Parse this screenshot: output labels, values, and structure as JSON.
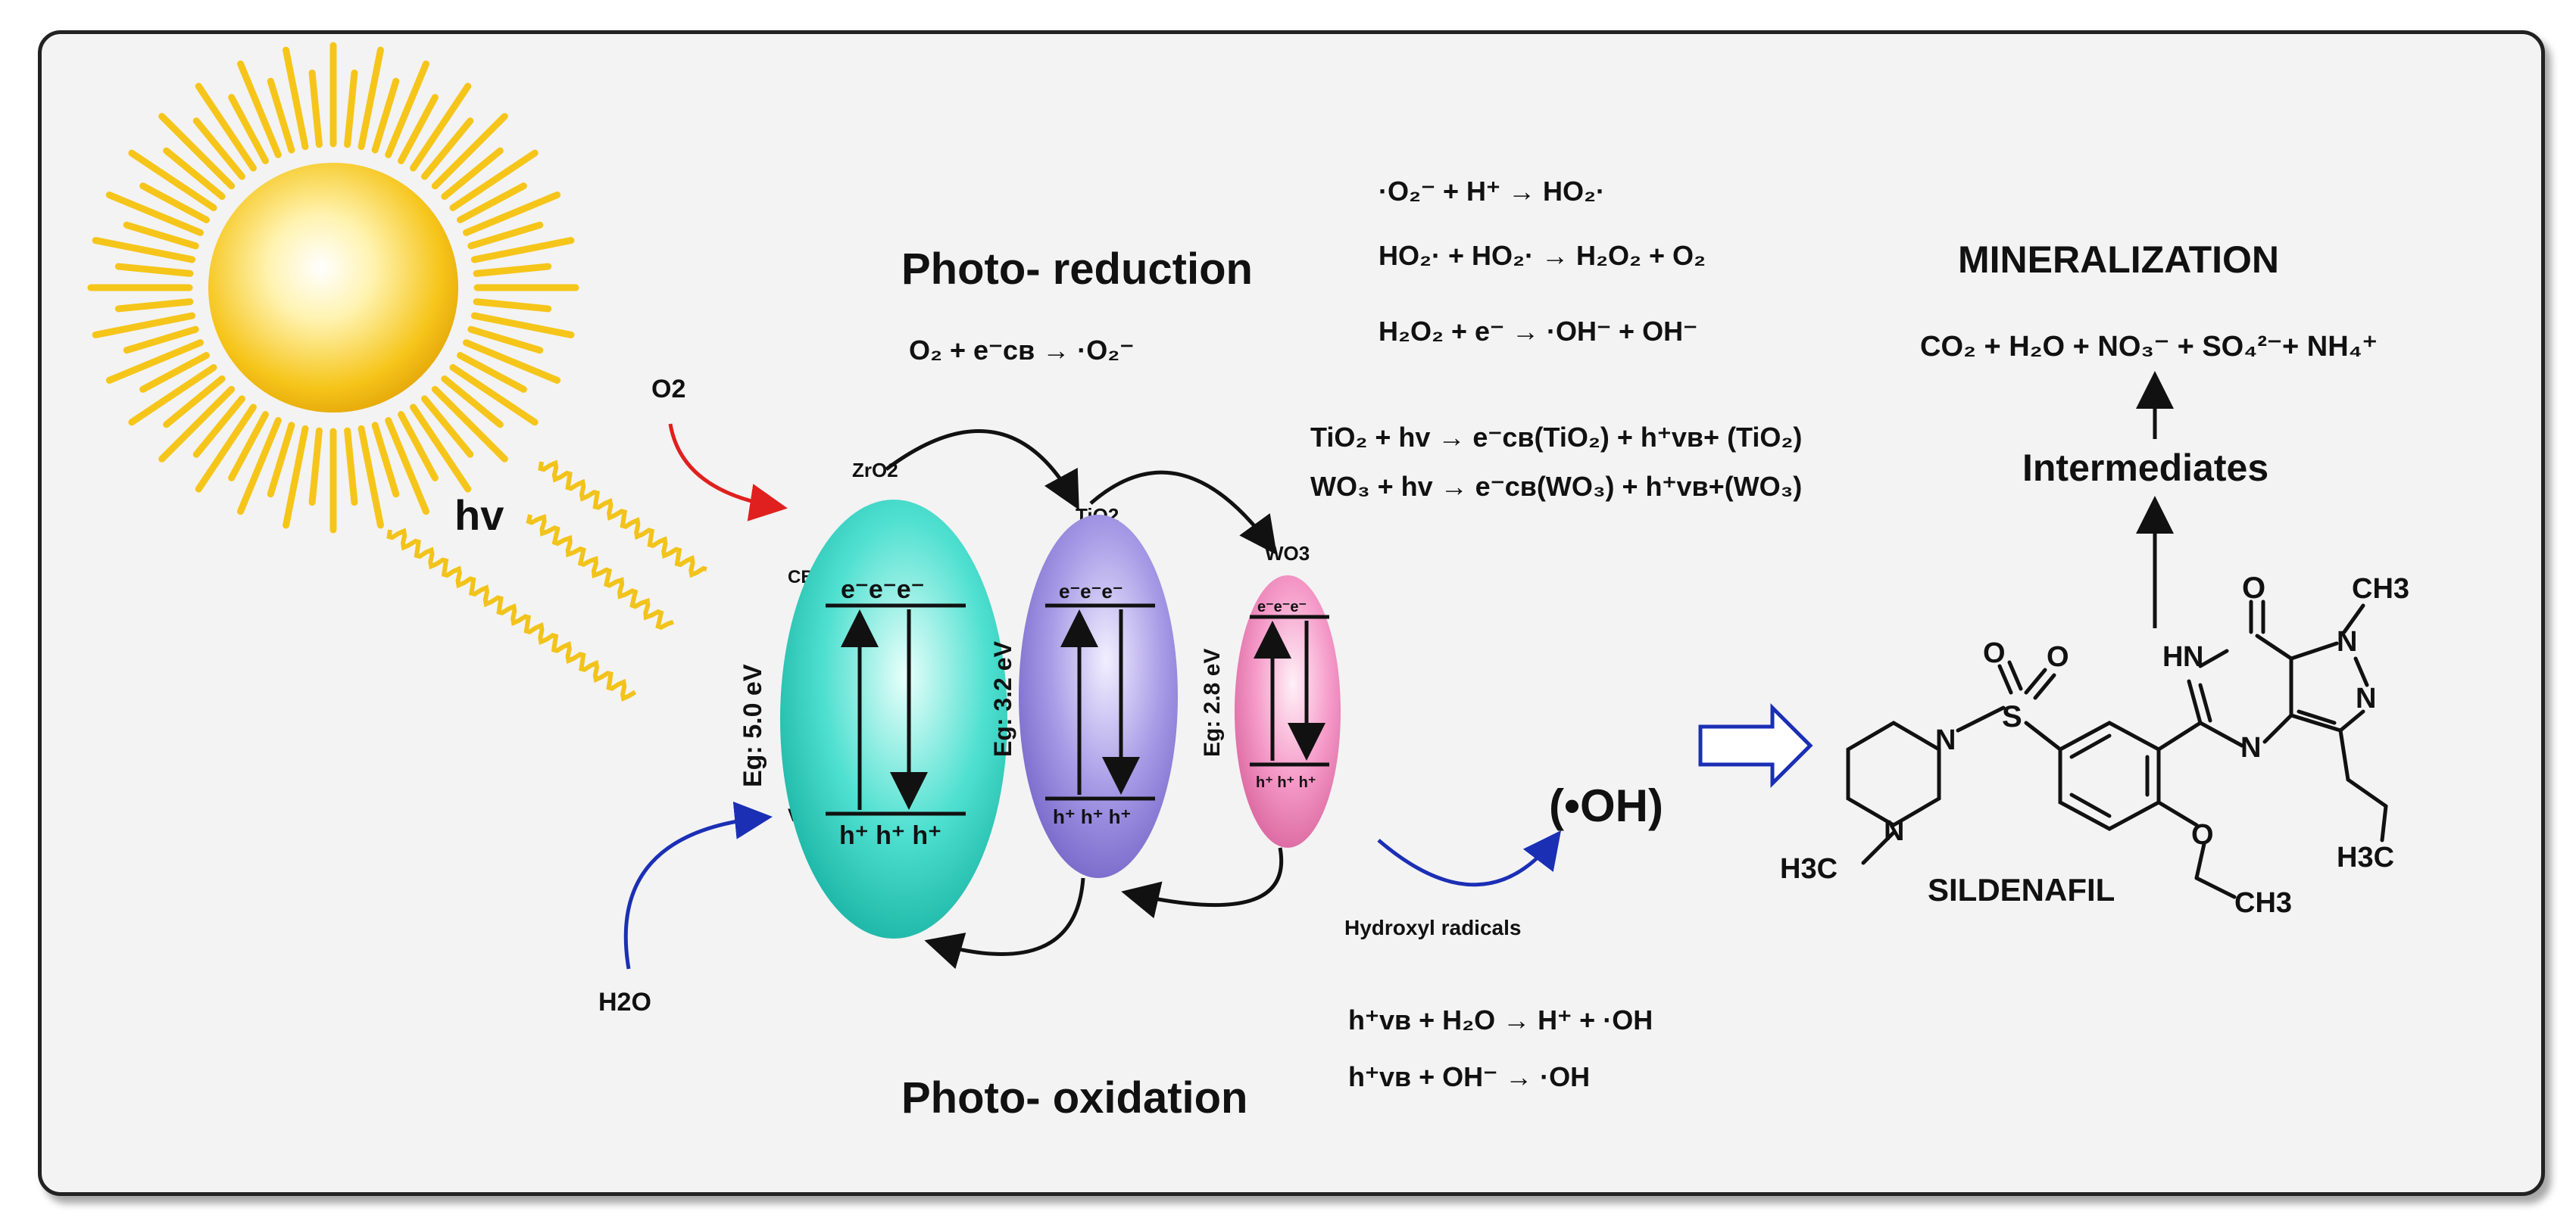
{
  "light": {
    "hv": "hv"
  },
  "inputs": {
    "o2": "O2",
    "h2o": "H2O"
  },
  "headings": {
    "reduction": "Photo- reduction",
    "oxidation": "Photo- oxidation",
    "mineralization": "MINERALIZATION",
    "intermediates": "Intermediates",
    "hydroxyl_caption": "Hydroxyl radicals",
    "hydroxyl_radical": "(•OH)",
    "drug_name": "SILDENAFIL"
  },
  "semiconductors": [
    {
      "name": "ZrO2",
      "bandgap": "Eg: 5.0 eV",
      "cb_label": "CB",
      "vb_label": "VB",
      "electrons": "e⁻e⁻e⁻",
      "holes": "h⁺ h⁺ h⁺",
      "color": "#2fd6c4"
    },
    {
      "name": "TiO2",
      "bandgap": "Eg: 3.2 eV",
      "electrons": "e⁻e⁻e⁻",
      "holes": "h⁺ h⁺ h⁺",
      "color": "#9b8fe0"
    },
    {
      "name": "WO3",
      "bandgap": "Eg: 2.8 eV",
      "electrons": "e⁻e⁻e⁻",
      "holes": "h⁺ h⁺ h⁺",
      "color": "#f08ec0"
    }
  ],
  "equations": {
    "reduction_main": "O₂ + e⁻ᴄʙ → ·O₂⁻",
    "superoxide": [
      "·O₂⁻ + H⁺ → HO₂·",
      "HO₂· + HO₂· → H₂O₂ + O₂",
      "H₂O₂ + e⁻ → ·OH⁻ + OH⁻"
    ],
    "excitation": [
      "TiO₂ + hv → e⁻ᴄʙ(TiO₂) + h⁺ᴠʙ+ (TiO₂)",
      "WO₃ + hv → e⁻ᴄʙ(WO₃) + h⁺ᴠʙ+(WO₃)"
    ],
    "oxidation": [
      "h⁺ᴠʙ + H₂O → H⁺ + ·OH",
      "h⁺ᴠʙ + OH⁻ → ·OH"
    ],
    "mineralization_products": "CO₂ + H₂O + NO₃⁻ + SO₄²⁻+ NH₄⁺"
  },
  "molecule_labels": {
    "o_top": "O",
    "ch3_top": "CH3",
    "hn": "H",
    "n_hn": "N",
    "n_ring1": "N",
    "n_ring2": "N",
    "n_pyr": "N",
    "s": "S",
    "o_s1": "O",
    "o_s2": "O",
    "n_pip1": "N",
    "n_pip2": "N",
    "h3c_left": "H3C",
    "o_eth": "O",
    "ch3_eth": "CH3",
    "h3c_prop": "H3C"
  },
  "colors": {
    "reduction_arrow": "#e0201e",
    "oxidation_arrow": "#1b2fb5",
    "mineralization": "#e8201e",
    "sun": "#f6c51a"
  }
}
